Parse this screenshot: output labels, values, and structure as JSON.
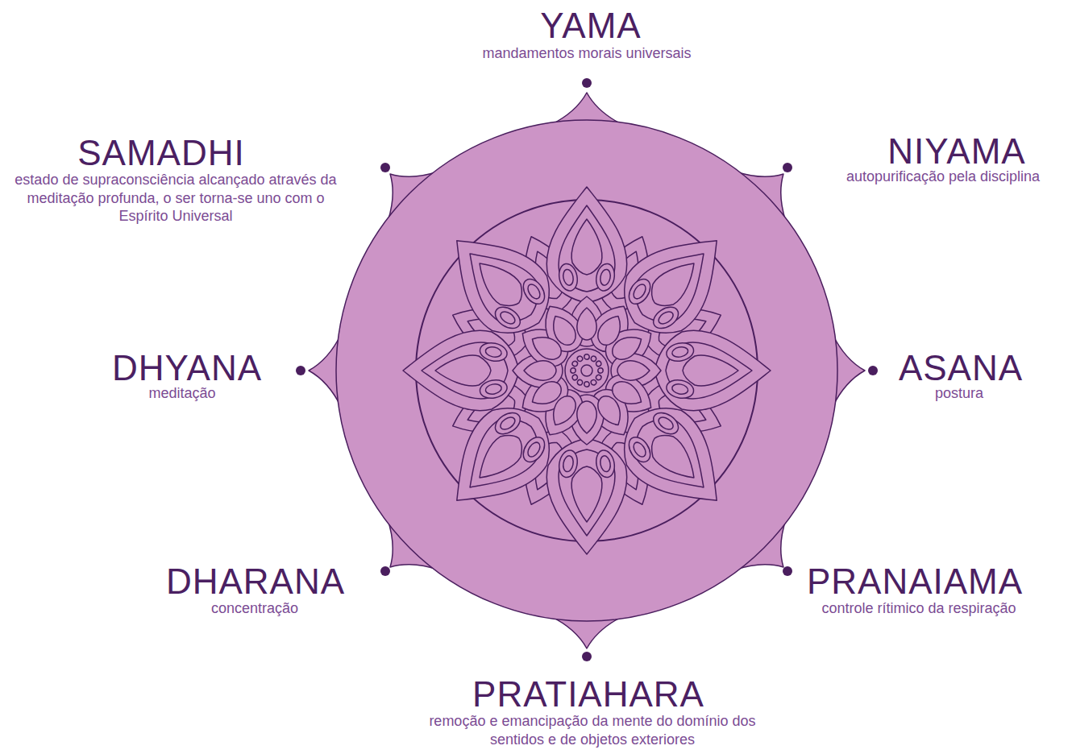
{
  "diagram": {
    "labels": [
      "YAMA",
      "mandamentos morais universais",
      "SAMADHI",
      "estado de supraconsciência alcançado através da meditação profunda, o ser torna-se uno com o Espírito Universal",
      "NIYAMA",
      "autopurificação pela disciplina",
      "DHYANA",
      "meditação",
      "ASANA",
      "postura",
      "DHARANA",
      "concentração",
      "PRANAIAMA",
      "controle rítimico da respiração",
      "PRATIAHARA",
      "remoção e emancipação da mente do domínio dos sentidos e de objetos exteriores"
    ]
  }
}
